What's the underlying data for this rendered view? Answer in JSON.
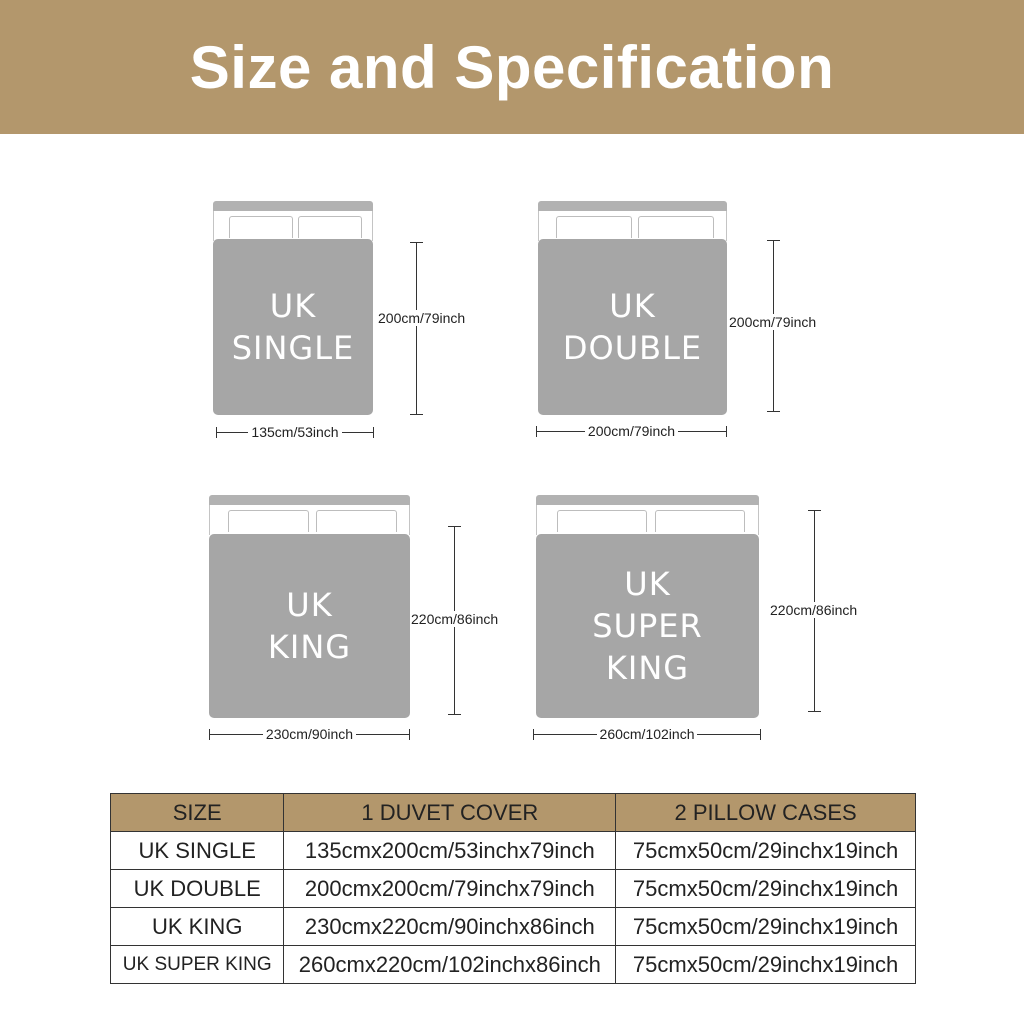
{
  "header": {
    "title": "Size and Specification"
  },
  "beds": [
    {
      "line1": "UK",
      "line2": "SINGLE",
      "line3": "",
      "height_label": "200cm/79inch",
      "width_label": "135cm/53inch"
    },
    {
      "line1": "UK",
      "line2": "DOUBLE",
      "line3": "",
      "height_label": "200cm/79inch",
      "width_label": "200cm/79inch"
    },
    {
      "line1": "UK",
      "line2": "KING",
      "line3": "",
      "height_label": "220cm/86inch",
      "width_label": "230cm/90inch"
    },
    {
      "line1": "UK",
      "line2": "SUPER",
      "line3": "KING",
      "height_label": "220cm/86inch",
      "width_label": "260cm/102inch"
    }
  ],
  "table": {
    "headers": [
      "SIZE",
      "1 DUVET COVER",
      "2 PILLOW CASES"
    ],
    "rows": [
      [
        "UK SINGLE",
        "135cmx200cm/53inchx79inch",
        "75cmx50cm/29inchx19inch"
      ],
      [
        "UK DOUBLE",
        "200cmx200cm/79inchx79inch",
        "75cmx50cm/29inchx19inch"
      ],
      [
        "UK KING",
        "230cmx220cm/90inchx86inch",
        "75cmx50cm/29inchx19inch"
      ],
      [
        "UK SUPER KING",
        "260cmx220cm/102inchx86inch",
        "75cmx50cm/29inchx19inch"
      ]
    ]
  },
  "colors": {
    "accent": "#b3976c",
    "bed_grey": "#a6a6a6",
    "headboard": "#b2b2b2"
  }
}
